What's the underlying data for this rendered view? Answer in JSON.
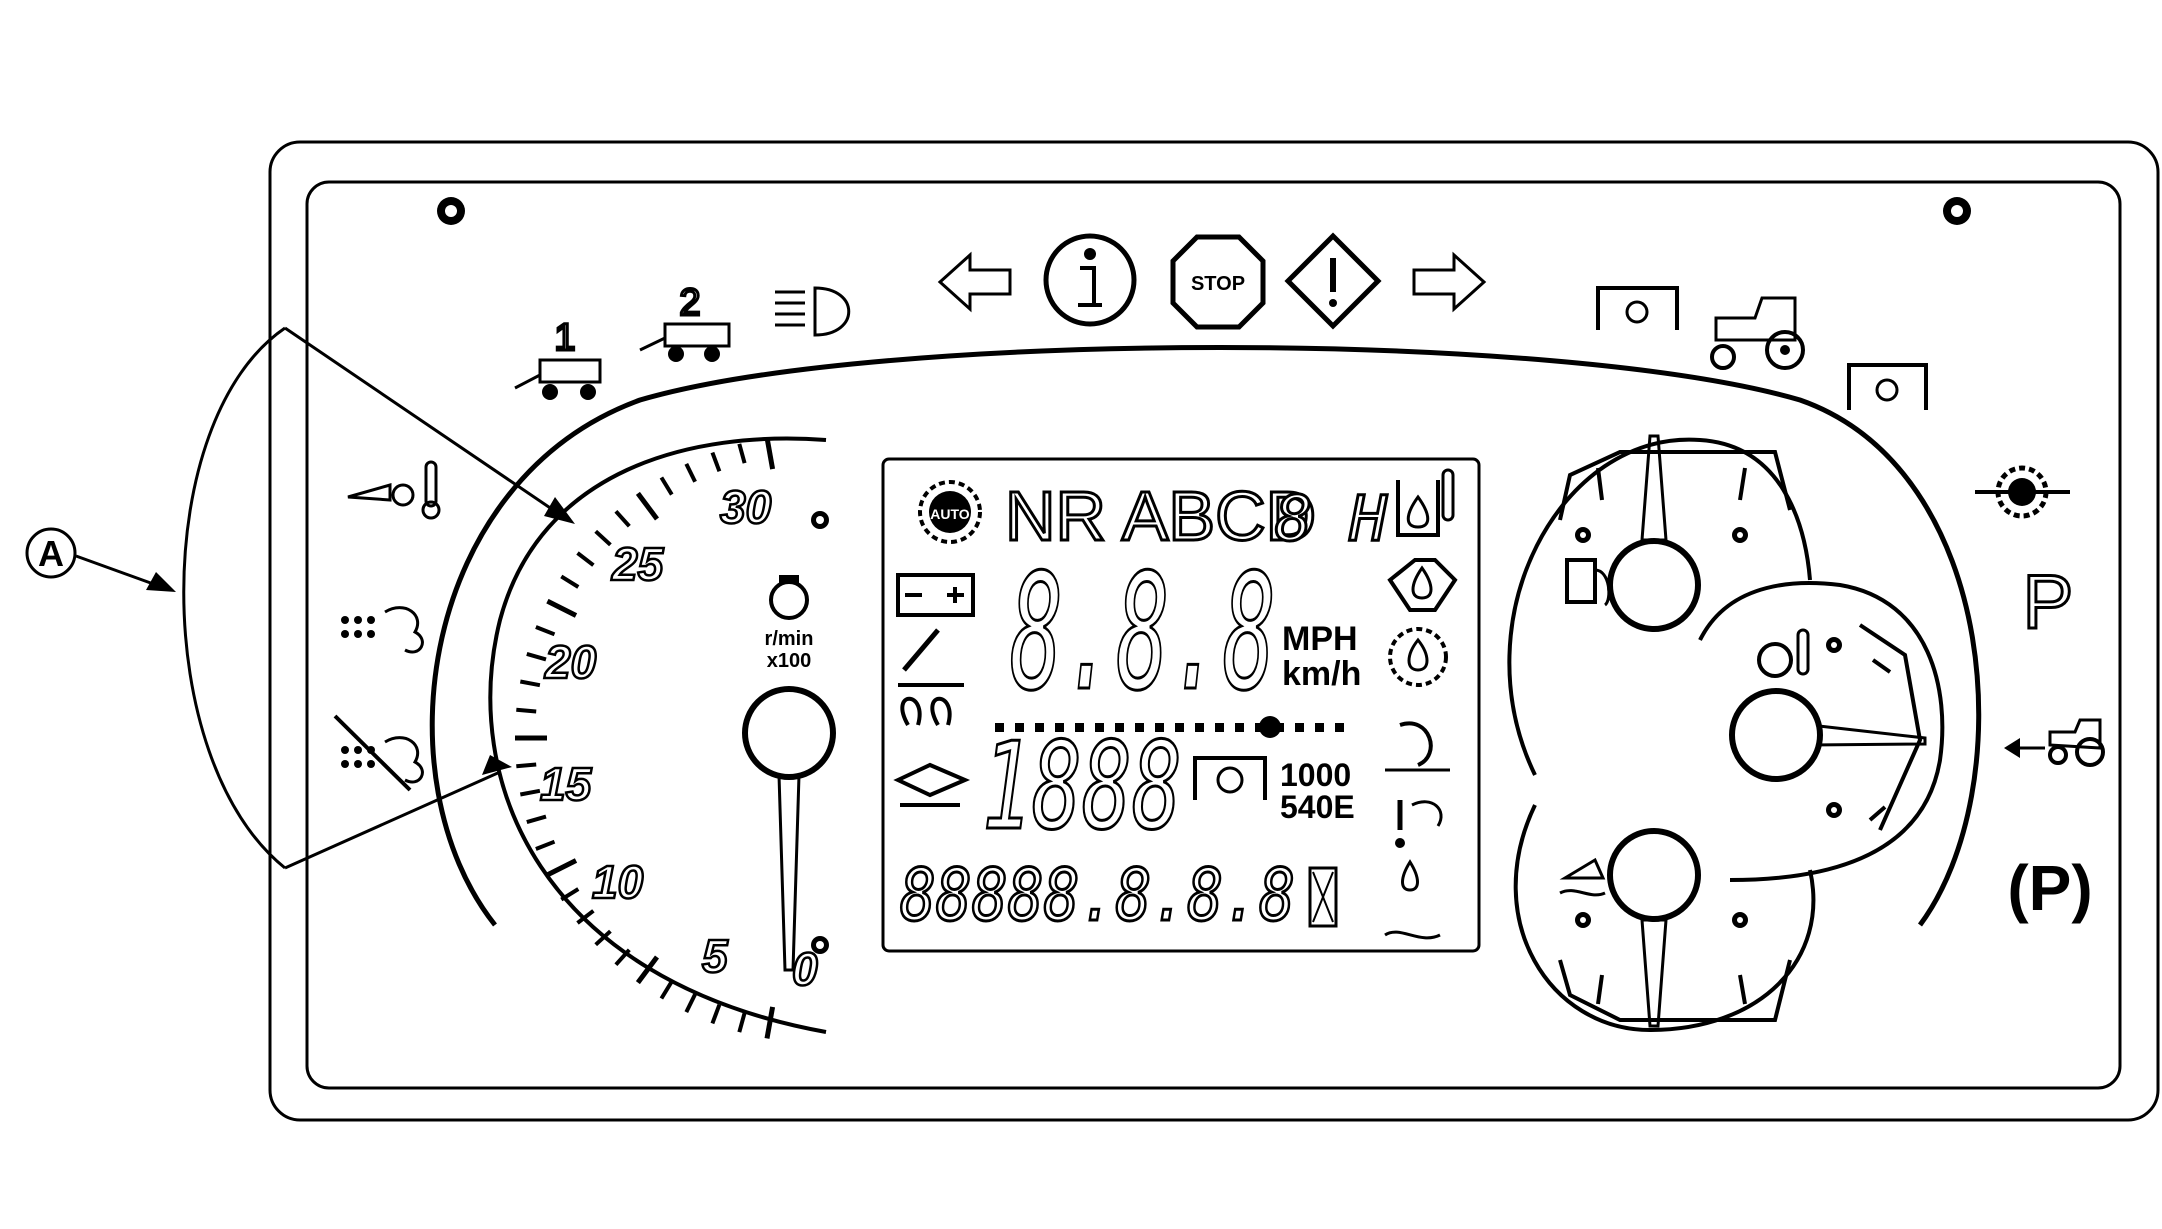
{
  "callout": {
    "label": "A"
  },
  "tachometer": {
    "tick_labels": [
      "0",
      "5",
      "10",
      "15",
      "20",
      "25",
      "30"
    ],
    "unit_line1": "r/min",
    "unit_line2": "x100"
  },
  "top_indicators": {
    "trailer_1_label": "1",
    "trailer_2_label": "2",
    "stop_label": "STOP"
  },
  "lcd": {
    "auto_badge": "AUTO",
    "gear_text": "NR ABCD",
    "gear_digits": "8 H",
    "speed_digits": "8.8.8",
    "speed_unit_mph": "MPH",
    "speed_unit_kmh": "km/h",
    "rpm_digits": "1888",
    "pto_speed_1000": "1000",
    "pto_speed_540": "540E",
    "odometer_digits": "88888.8.8.8"
  },
  "right_indicators": {
    "park_label": "P",
    "park_brake_label": "(P)"
  }
}
